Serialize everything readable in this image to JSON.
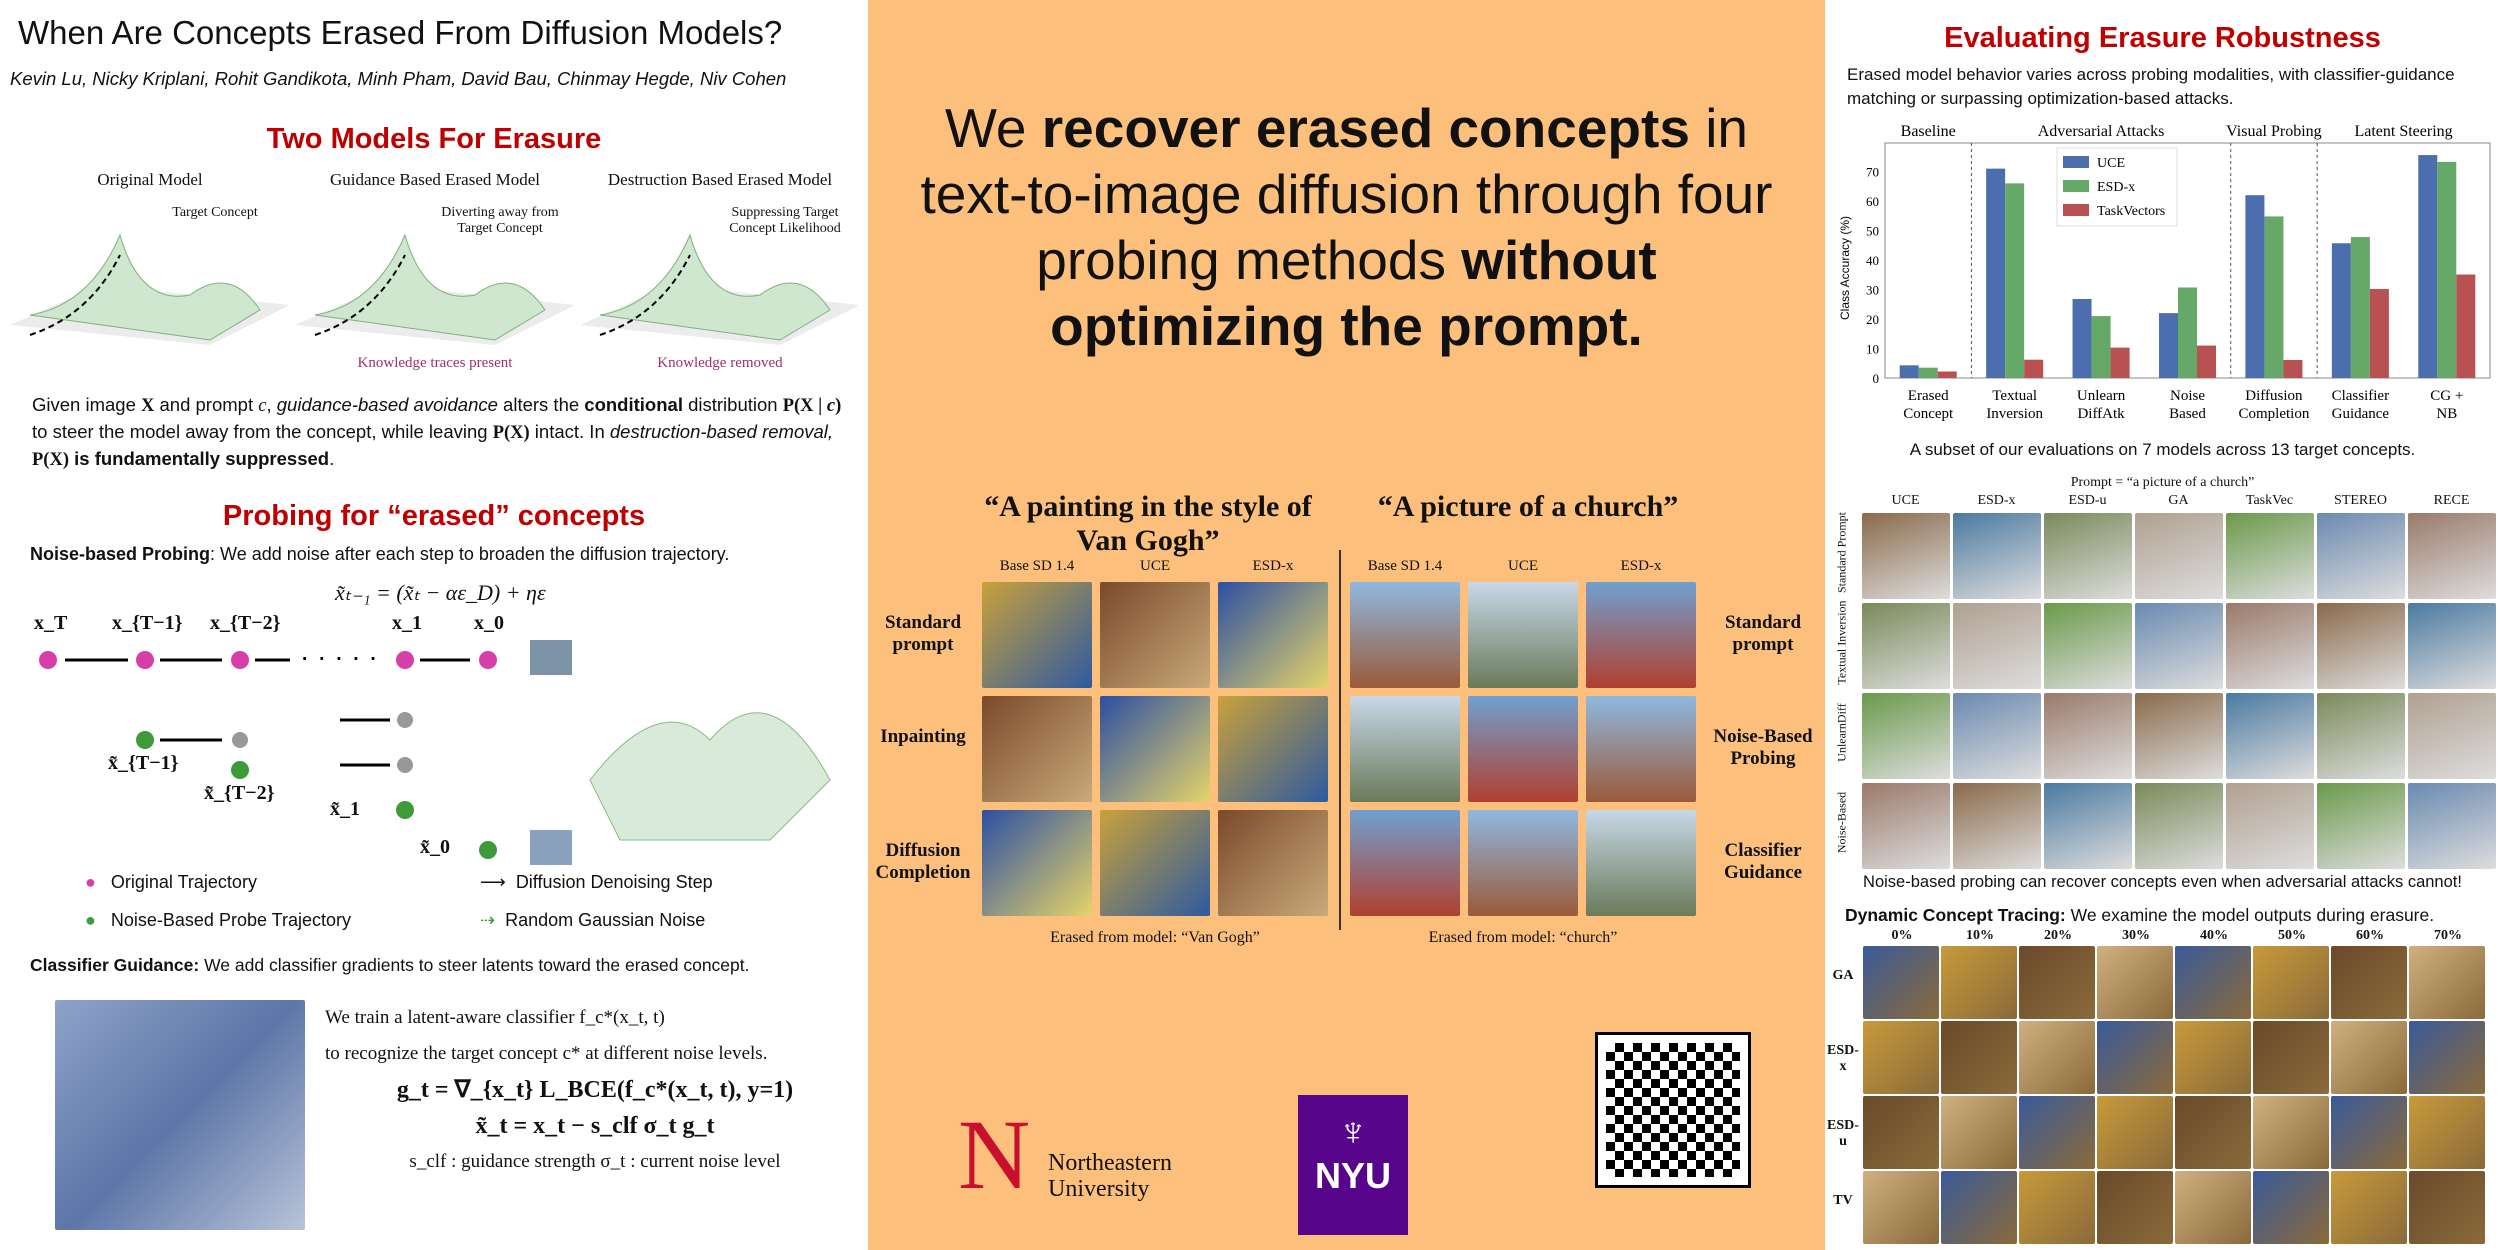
{
  "left": {
    "title": "When Are Concepts Erased From Diffusion Models?",
    "authors": "Kevin Lu, Nicky Kriplani, Rohit Gandikota, Minh Pham, David Bau, Chinmay Hegde, Niv Cohen",
    "two_models": {
      "heading": "Two Models For Erasure",
      "panels": [
        {
          "title": "Original Model",
          "note": "Target Concept",
          "caption": ""
        },
        {
          "title": "Guidance Based Erased Model",
          "note": "Diverting away from Target Concept",
          "caption": "Knowledge traces present"
        },
        {
          "title": "Destruction Based Erased Model",
          "note": "Suppressing Target Concept Likelihood",
          "caption": "Knowledge removed"
        }
      ],
      "text": "Given image X and prompt c, guidance-based avoidance alters the conditional distribution P(X | c) to steer the model away from the concept, while leaving P(X) intact. In destruction-based removal, P(X) is fundamentally suppressed."
    },
    "probing": {
      "heading": "Probing for “erased” concepts",
      "noise_label": "Noise-based Probing",
      "noise_text": ": We add noise after each step to broaden the diffusion trajectory.",
      "equation": "x̃ₜ₋₁ = (x̃ₜ − αε_D) + ηε",
      "nodes": [
        "x_T",
        "x_{T−1}",
        "x_{T−2}",
        "x_1",
        "x_0",
        "x̃_{T−1}",
        "x̃_{T−2}",
        "x̃_1",
        "x̃_0"
      ],
      "legend": [
        "Original Trajectory",
        "Noise-Based Probe Trajectory",
        "Diffusion Denoising Step",
        "Random Gaussian Noise"
      ],
      "cg_label": "Classifier Guidance:",
      "cg_text": " We add classifier gradients to steer latents toward the erased concept.",
      "cg_lines": [
        "We train a latent-aware classifier  f_c*(x_t, t)",
        "to recognize the target concept c* at different noise levels.",
        "g_t = ∇_{x_t} L_BCE(f_c*(x_t, t), y=1)",
        "x̃_t = x_t − s_clf σ_t g_t",
        "s_clf : guidance strength     σ_t : current noise level"
      ]
    }
  },
  "mid": {
    "headline": [
      "We ",
      "recover erased concepts",
      " in text-to-image diffusion through four probing methods ",
      "without optimizing the prompt."
    ],
    "vangogh": {
      "title": "“A painting in the style of Van Gogh”",
      "cols": [
        "Base SD 1.4",
        "UCE",
        "ESD-x"
      ],
      "rows": [
        "Standard prompt",
        "Inpainting",
        "Diffusion Completion"
      ],
      "caption": "Erased from model: “Van Gogh”"
    },
    "church": {
      "title": "“A picture of a church”",
      "cols": [
        "Base SD 1.4",
        "UCE",
        "ESD-x"
      ],
      "rows": [
        "Standard prompt",
        "Noise-Based Probing",
        "Classifier Guidance"
      ],
      "caption": "Erased from model: “church”"
    },
    "logos": {
      "neu": [
        "Northeastern",
        "University"
      ],
      "nyu": "NYU"
    }
  },
  "right": {
    "heading": "Evaluating Erasure Robustness",
    "intro": "Erased model behavior varies across probing modalities, with classifier-guidance matching or surpassing optimization-based attacks.",
    "chart_caption": "A subset of our evaluations on 7 models across 13 target concepts.",
    "grid": {
      "title": "Prompt = “a picture of a church”",
      "cols": [
        "UCE",
        "ESD-x",
        "ESD-u",
        "GA",
        "TaskVec",
        "STEREO",
        "RECE"
      ],
      "rows": [
        "Standard Prompt",
        "Textual Inversion",
        "UnlearnDiff",
        "Noise-Based"
      ],
      "caption": "Noise-based probing can recover concepts even when adversarial attacks cannot!"
    },
    "tracing": {
      "label": "Dynamic Concept Tracing:",
      "text": " We examine the model outputs during erasure.",
      "cols": [
        "0%",
        "10%",
        "20%",
        "30%",
        "40%",
        "50%",
        "60%",
        "70%"
      ],
      "rows": [
        "GA",
        "ESD-x",
        "ESD-u",
        "TV"
      ]
    }
  },
  "chart_data": {
    "type": "bar",
    "ylabel": "Class Accuracy (%)",
    "ylim": [
      0,
      78
    ],
    "yticks": [
      0,
      10,
      20,
      30,
      40,
      50,
      60,
      70
    ],
    "groups": [
      {
        "label": "Baseline",
        "span": [
          0,
          0
        ]
      },
      {
        "label": "Adversarial Attacks",
        "span": [
          1,
          3
        ]
      },
      {
        "label": "Visual Probing",
        "span": [
          4,
          4
        ]
      },
      {
        "label": "Latent Steering",
        "span": [
          5,
          6
        ]
      }
    ],
    "categories": [
      "Erased Concept",
      "Textual Inversion",
      "Unlearn DiffAtk",
      "Noise Based",
      "Diffusion Completion",
      "Classifier Guidance",
      "CG + NB"
    ],
    "series": [
      {
        "name": "UCE",
        "color": "#4c6eae",
        "values": [
          4.3,
          71,
          26.8,
          22,
          62,
          45.7,
          75.6
        ]
      },
      {
        "name": "ESD-x",
        "color": "#66a868",
        "values": [
          3.5,
          66,
          21,
          30.7,
          54.8,
          47.8,
          73.3
        ]
      },
      {
        "name": "TaskVectors",
        "color": "#b85252",
        "values": [
          2.2,
          6.2,
          10.3,
          11,
          6.1,
          30.2,
          35.1
        ]
      }
    ],
    "legend": "top-center"
  }
}
